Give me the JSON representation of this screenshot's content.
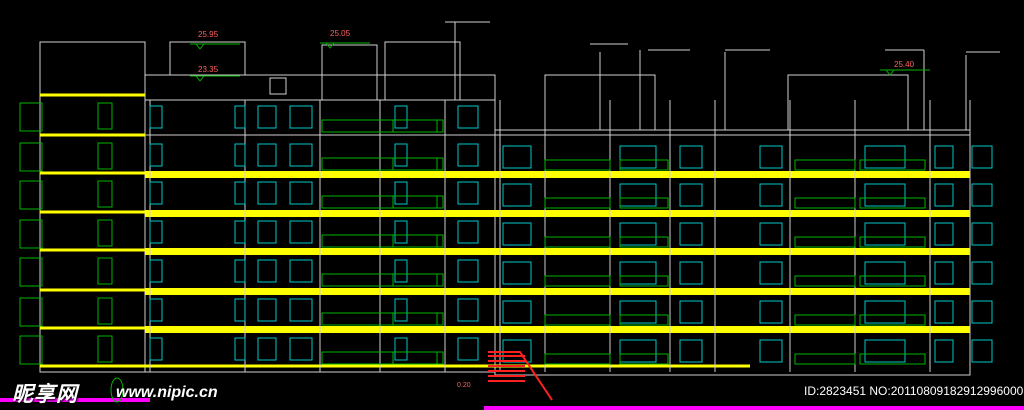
{
  "drawing": {
    "colors": {
      "background": "#000000",
      "floor_slab": "#ffff00",
      "window": "#00c8c8",
      "railing": "#00b400",
      "outline": "#d0d0d0",
      "elevation_text": "#ff6060",
      "ground": "#ff00ff",
      "stair": "#ff2020"
    },
    "floors_left_section": 8,
    "floors_main": 7,
    "elevation_marks": [
      {
        "label": "25.95"
      },
      {
        "label": "23.35"
      },
      {
        "label": "25.05"
      },
      {
        "label": "25.40"
      },
      {
        "label": "0.20"
      }
    ]
  },
  "watermark": {
    "brand": "昵享网",
    "url": "www.nipic.cn",
    "id_text": "ID:2823451 NO:20110809182912996000"
  }
}
